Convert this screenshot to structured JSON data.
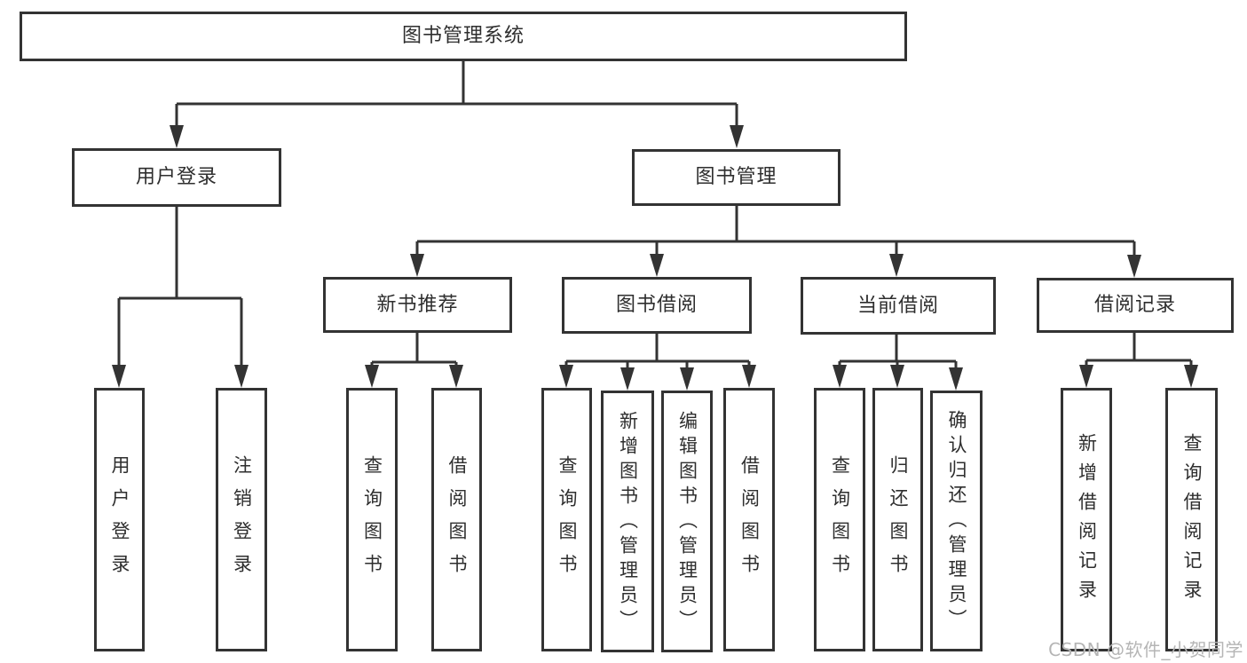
{
  "colors": {
    "line": "#333333",
    "text": "#2e2e2e",
    "background": "#ffffff",
    "watermark": "#b5b5b5"
  },
  "nodes": {
    "root": {
      "label": "图书管理系统"
    },
    "user_login": {
      "label": "用户登录"
    },
    "book_management": {
      "label": "图书管理"
    },
    "new_book_recommend": {
      "label": "新书推荐"
    },
    "book_borrowing": {
      "label": "图书借阅"
    },
    "current_borrowing": {
      "label": "当前借阅"
    },
    "borrowing_records": {
      "label": "借阅记录"
    },
    "leaves": {
      "user_login": {
        "label": "用户登录"
      },
      "logout": {
        "label": "注销登录"
      },
      "query_books_recommend": {
        "label": "查询图书"
      },
      "borrow_books_recommend": {
        "label": "借阅图书"
      },
      "query_books_borrowing": {
        "label": "查询图书"
      },
      "add_book_admin": {
        "label": "新增图书（管理员）"
      },
      "edit_book_admin": {
        "label": "编辑图书（管理员）"
      },
      "borrow_books_borrowing": {
        "label": "借阅图书"
      },
      "query_books_current": {
        "label": "查询图书"
      },
      "return_book": {
        "label": "归还图书"
      },
      "confirm_return_admin": {
        "label": "确认归还（管理员）"
      },
      "add_borrow_record": {
        "label": "新增借阅记录"
      },
      "query_borrow_record": {
        "label": "查询借阅记录"
      }
    }
  },
  "watermark": {
    "text": "CSDN @软件_小贺同学"
  }
}
